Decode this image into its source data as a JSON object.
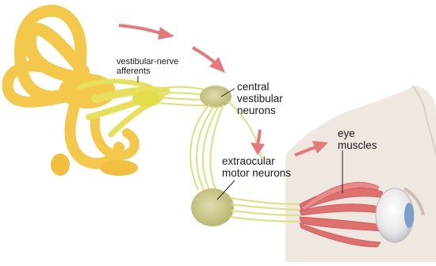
{
  "labels": {
    "vestibular_afferents": "vestibular-nerve\nafferents",
    "central_neurons": "central\nvestibular\nneurons",
    "extraocular_neurons": "extraocular\nmotor neurons",
    "eye_muscles": "eye\nmuscles"
  },
  "colors": {
    "arrow": "#e4787a",
    "inner_ear": "#f3c84b",
    "nerve": "#e6e05a",
    "nucleus": "#c9c98a",
    "muscle": "#e07070",
    "skin": "#efe7df"
  }
}
